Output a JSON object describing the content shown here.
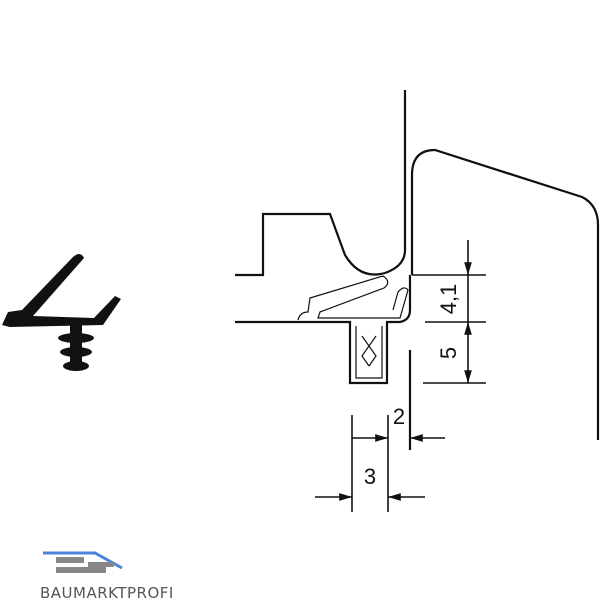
{
  "dimensions": {
    "d1": "4,1",
    "d2": "5",
    "d3": "2",
    "d4": "3"
  },
  "logo": {
    "text": "BAUMARKTPROFI",
    "blue": "#4a86d8",
    "gray": "#888888"
  },
  "colors": {
    "stroke": "#111111"
  }
}
